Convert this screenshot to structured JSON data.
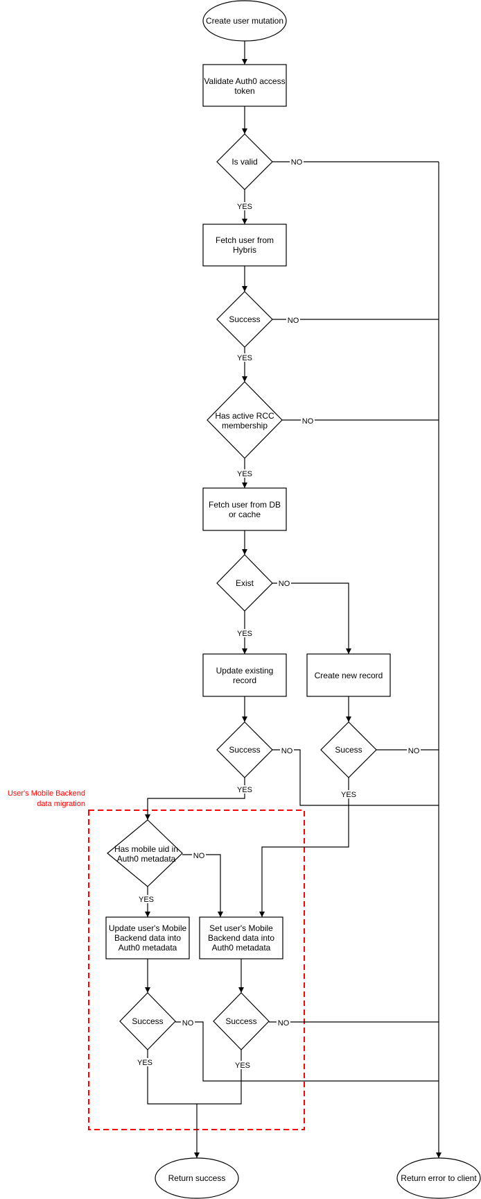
{
  "nodes": {
    "start": "Create user mutation",
    "validate": [
      "Validate Auth0 access",
      "token"
    ],
    "is_valid": "Is valid",
    "fetch_hybris": [
      "Fetch user from",
      "Hybris"
    ],
    "success_1": "Success",
    "has_rcc": [
      "Has active RCC",
      "membership"
    ],
    "fetch_db": [
      "Fetch user from DB",
      "or cache"
    ],
    "exist": "Exist",
    "update_existing": [
      "Update existing",
      "record"
    ],
    "create_new": "Create new record",
    "success_2": "Success",
    "sucess_3": "Sucess",
    "has_mobile_uid": [
      "Has mobile uid in",
      "Auth0 metadata"
    ],
    "update_mobile": [
      "Update user's Mobile",
      "Backend data into",
      "Auth0 metadata"
    ],
    "set_mobile": [
      "Set user's Mobile",
      "Backend data into",
      "Auth0 metadata"
    ],
    "success_4": "Success",
    "success_5": "Success",
    "return_success": "Return success",
    "return_error": "Return error to client"
  },
  "edge_labels": {
    "yes": "YES",
    "no": "NO"
  },
  "group": {
    "label": [
      "User's Mobile Backend",
      "data migration"
    ],
    "border_color": "#ff0000"
  },
  "colors": {
    "stroke": "#000000",
    "fill": "#ffffff",
    "group_label": "#ff0000"
  }
}
